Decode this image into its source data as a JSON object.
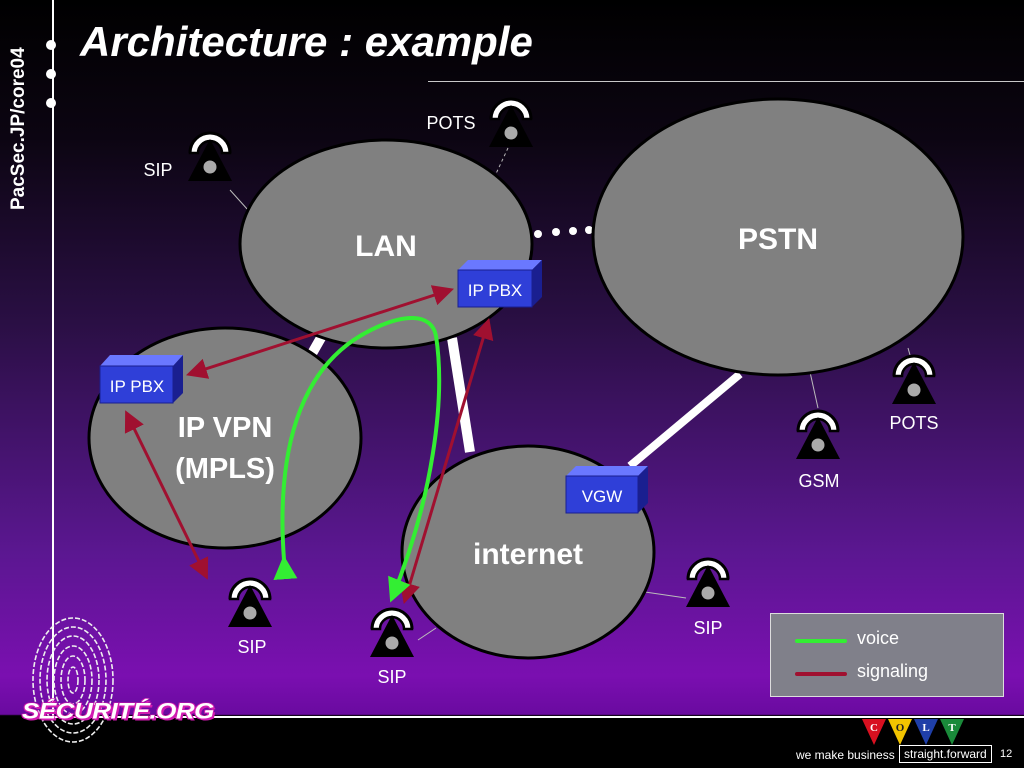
{
  "slide": {
    "title": "Architecture : example",
    "side_label": "PacSec.JP/core04",
    "page_number": "12"
  },
  "clouds": {
    "lan": "LAN",
    "pstn": "PSTN",
    "ipvpn_line1": "IP VPN",
    "ipvpn_line2": "(MPLS)",
    "internet": "internet"
  },
  "boxes": {
    "ippbx_lan": "IP PBX",
    "ippbx_vpn": "IP PBX",
    "vgw": "VGW"
  },
  "phones": {
    "sip_top": "SIP",
    "pots_top": "POTS",
    "pots_right": "POTS",
    "gsm": "GSM",
    "sip_vpn": "SIP",
    "sip_internet_left": "SIP",
    "sip_internet_right": "SIP"
  },
  "legend": {
    "voice": "voice",
    "signaling": "signaling",
    "voice_color": "#33ee33",
    "signaling_color": "#a01030"
  },
  "footer": {
    "logo_text": "SÉCURITÉ.ORG",
    "colt_letters": [
      "C",
      "O",
      "L",
      "T"
    ],
    "colt_colors": [
      "#d81020",
      "#f2c400",
      "#1f3fa8",
      "#1a8a3a"
    ],
    "tagline": "we make business",
    "tagline_box": "straight.forward"
  }
}
